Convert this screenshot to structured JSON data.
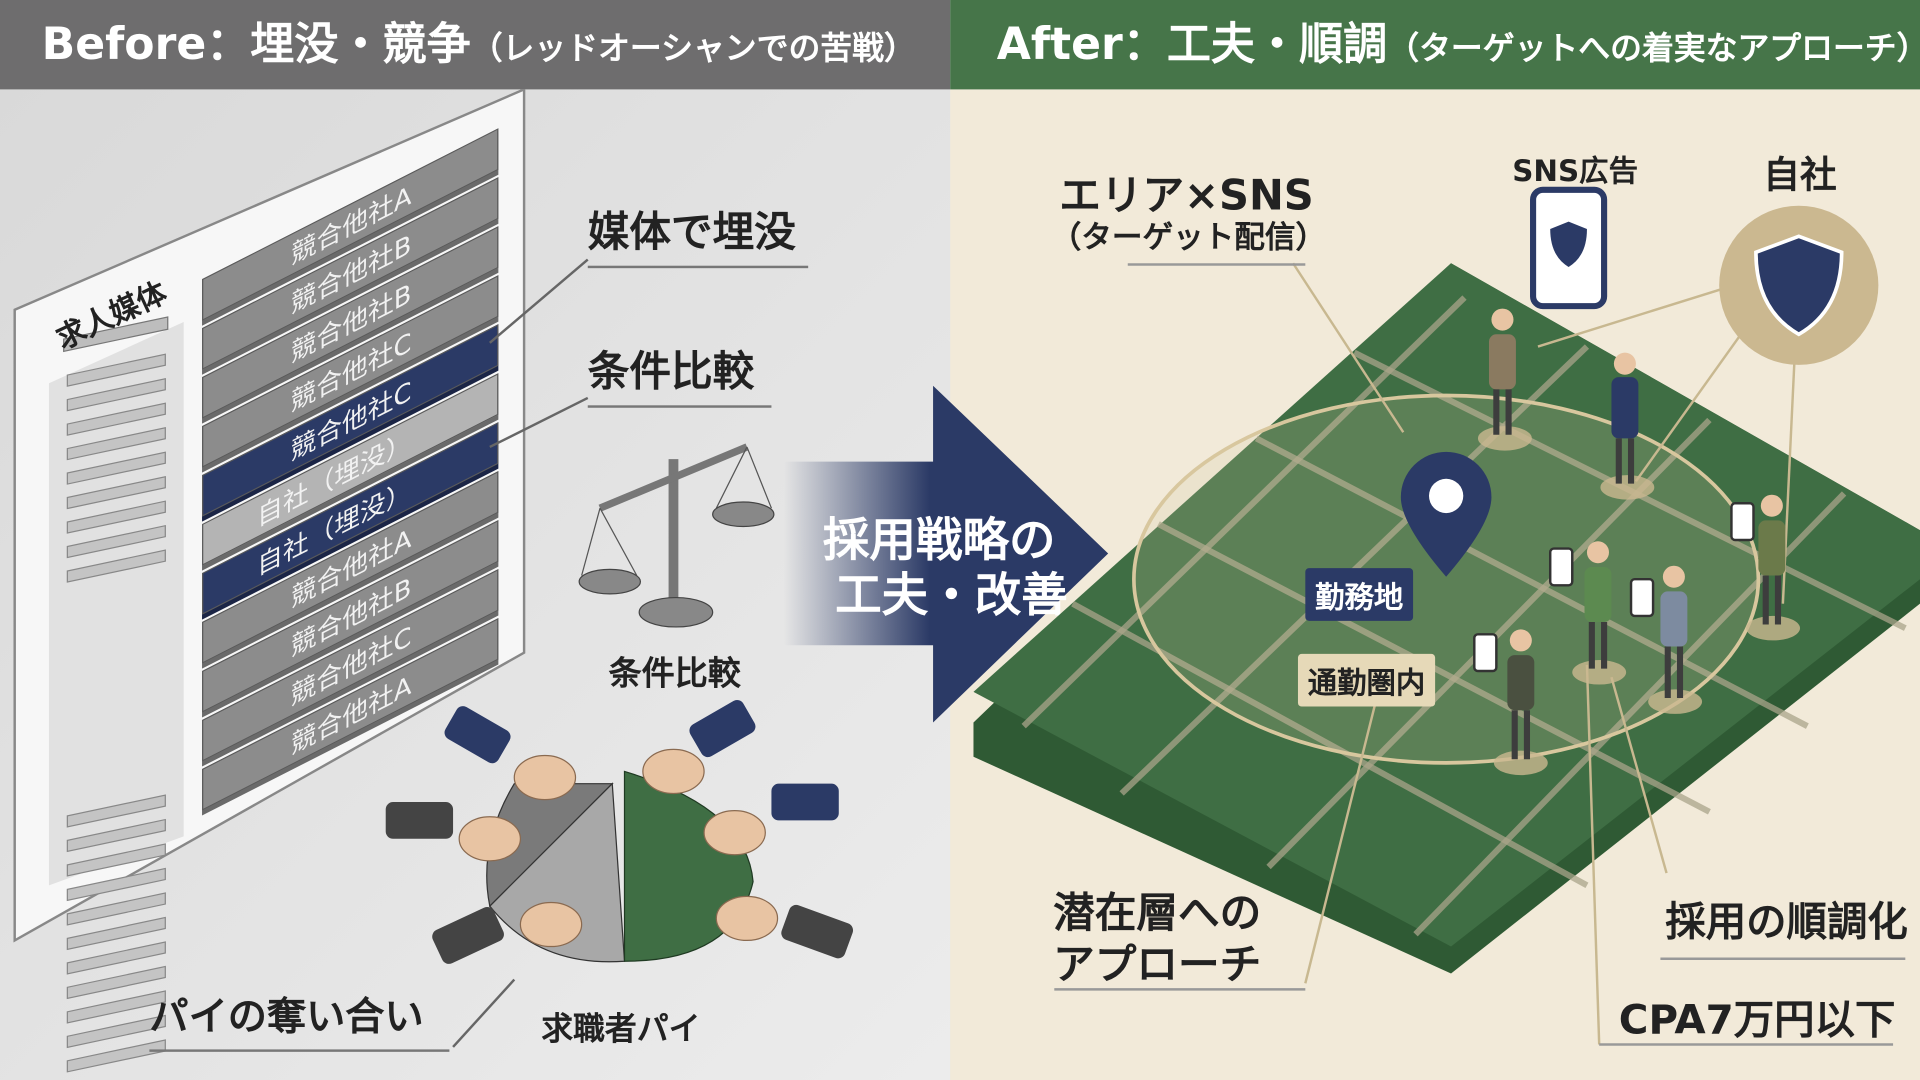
{
  "header": {
    "before_title": "Before：埋没・競争",
    "before_sub": "（レッドオーシャンでの苦戦）",
    "after_title": "After：工夫・順調",
    "after_sub": "（ターゲットへの着実なアプローチ）"
  },
  "colors": {
    "before_header": "#6e6d6e",
    "after_header": "#467549",
    "navy": "#2b3a66",
    "map_green": "#3f6e44",
    "before_bg": "#e3e3e3",
    "after_bg": "#f2ead9"
  },
  "before": {
    "media_label": "求人媒体",
    "bars": [
      {
        "label": "競合他社A",
        "style": "gray"
      },
      {
        "label": "競合他社B",
        "style": "gray"
      },
      {
        "label": "競合他社B",
        "style": "gray"
      },
      {
        "label": "競合他社C",
        "style": "gray"
      },
      {
        "label": "競合他社C",
        "style": "navy"
      },
      {
        "label": "自社（埋没）",
        "style": "light"
      },
      {
        "label": "自社（埋没）",
        "style": "navy"
      },
      {
        "label": "競合他社A",
        "style": "gray"
      },
      {
        "label": "競合他社B",
        "style": "gray"
      },
      {
        "label": "競合他社C",
        "style": "gray"
      },
      {
        "label": "競合他社A",
        "style": "gray"
      }
    ],
    "callout_buried": "媒体で埋没",
    "callout_compare": "条件比較",
    "scale_label": "条件比較",
    "pie_fight": "パイの奪い合い",
    "pie_label": "求職者パイ"
  },
  "arrow": {
    "line1": "採用戦略の",
    "line2": "工夫・改善"
  },
  "after": {
    "area_sns": "エリア×SNS",
    "area_sns_sub": "（ターゲット配信）",
    "sns_ad": "SNS広告",
    "own_company": "自社",
    "workplace": "勤務地",
    "commute": "通勤圏内",
    "latent_1": "潜在層への",
    "latent_2": "アプローチ",
    "smooth": "採用の順調化",
    "cpa": "CPA7万円以下"
  }
}
